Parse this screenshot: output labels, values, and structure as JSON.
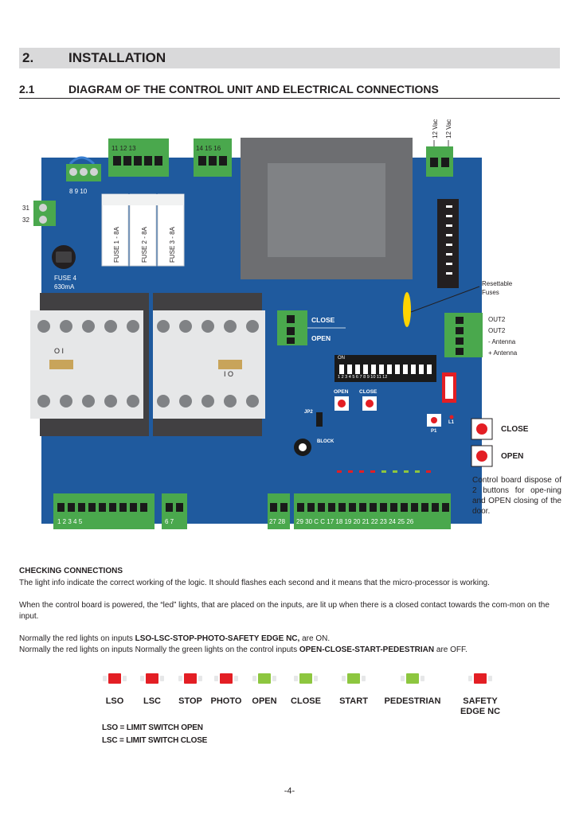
{
  "section": {
    "number": "2.",
    "title": "INSTALLATION"
  },
  "subsection": {
    "number": "2.1",
    "title": "DIAGRAM OF THE CONTROL UNIT AND ELECTRICAL CONNECTIONS"
  },
  "diagram": {
    "top_left_terminals": "8   9  10",
    "terminal_31": "31",
    "terminal_32": "32",
    "terminals_11_13": "11      12      13",
    "terminals_14_16": "14  15  16",
    "vac_1": "12 Vac",
    "vac_2": "12 Vac",
    "fuse1": "FUSE 1 - 8A",
    "fuse2": "FUSE 2 - 8A",
    "fuse3": "FUSE 3 - 8A",
    "fuse4_line1": "FUSE 4",
    "fuse4_line2": "630mA",
    "resettable_line1": "Resettable",
    "resettable_line2": "Fuses",
    "out2_a": "OUT2",
    "out2_b": "OUT2",
    "antenna_minus": "- Antenna",
    "antenna_plus": "+ Antenna",
    "close_terminal": "CLOSE",
    "open_terminal": "OPEN",
    "dip_on": "ON",
    "dip_numbers": "1  2  3  4  5  6  7  8  9 10 11 12",
    "btn_open": "OPEN",
    "btn_close": "CLOSE",
    "jp2": "JP2",
    "block": "BLOCK",
    "p1": "P1",
    "l1": "L1",
    "contactor_left_mark": "O  I",
    "contactor_right_mark": "I  O",
    "bottom_terminals_1_5": "1       2       3       4       5",
    "bottom_terminals_6_7": "6   7",
    "bottom_terminals_27_28": "27 28",
    "bottom_terminals_29_26": "29 30  C   C  17 18 19 20 21 22 23 24 25 26",
    "side_close": "CLOSE",
    "side_open": "OPEN",
    "side_description": "Control board dispose of 2 buttons for ope-ning and OPEN closing of the door."
  },
  "checking": {
    "title": "CHECKING CONNECTIONS",
    "p1": "The light info indicate the correct working of the logic. It should flashes each second and it means that the micro-processor is working.",
    "p2": "When the control board is powered, the “led” lights, that are placed on the inputs, are lit up when there is a closed contact towards the com-mon on the input.",
    "p3_pre": "Normally the red lights on inputs ",
    "p3_bold": "LSO-LSC-STOP-PHOTO-SAFETY EDGE NC,",
    "p3_post": " are ON.",
    "p4_pre": "Normally the red lights on inputs Normally the green lights on the control inputs ",
    "p4_bold": "OPEN-CLOSE-START-PEDESTRIAN",
    "p4_post": " are OFF."
  },
  "leds": [
    {
      "label": "LSO",
      "color": "#e31e24"
    },
    {
      "label": "LSC",
      "color": "#e31e24"
    },
    {
      "label": "STOP",
      "color": "#e31e24"
    },
    {
      "label": "PHOTO",
      "color": "#e31e24"
    },
    {
      "label": "OPEN",
      "color": "#8dc63f"
    },
    {
      "label": "CLOSE",
      "color": "#8dc63f"
    },
    {
      "label": "START",
      "color": "#8dc63f"
    },
    {
      "label": "PEDESTRIAN",
      "color": "#8dc63f"
    },
    {
      "label": "SAFETY EDGE NC",
      "color": "#e31e24"
    }
  ],
  "abbreviations": {
    "lso": "LSO = LIMIT SWITCH OPEN",
    "lsc": "LSC = LIMIT SWITCH CLOSE"
  },
  "page_number": "-4-",
  "colors": {
    "board_blue": "#1f5a9e",
    "terminal_green": "#4aa84d",
    "transformer_grey": "#6d6e71",
    "header_bar_grey": "#d9d9da",
    "fuse_yellow": "#ffd400"
  }
}
